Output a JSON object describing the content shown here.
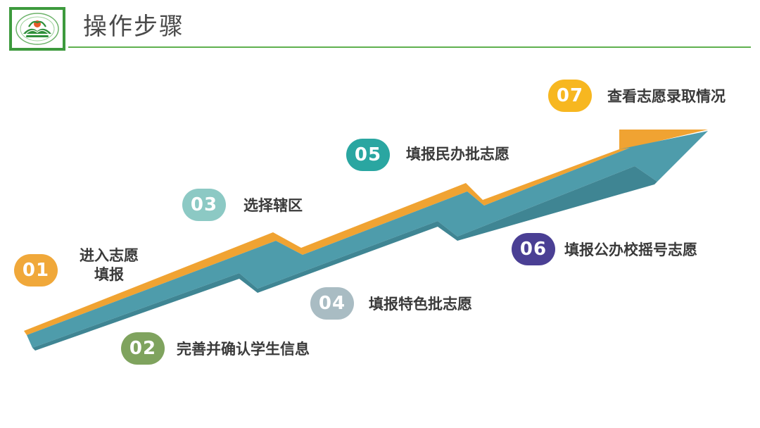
{
  "header": {
    "title": "操作步骤"
  },
  "logo": {
    "icon": "school-emblem-icon"
  },
  "colors": {
    "arrow_body": "#4e9cab",
    "arrow_edge": "#f0a332",
    "title_rule": "#5fb04f",
    "logo_border": "#3d9a3d"
  },
  "steps": [
    {
      "num": "01",
      "label": "进入志愿填报",
      "line1": "进入志愿",
      "line2": "填报",
      "color": "#f0a83a"
    },
    {
      "num": "02",
      "label": "完善并确认学生信息",
      "color": "#7fa35e"
    },
    {
      "num": "03",
      "label": "选择辖区",
      "color": "#8cc9c4"
    },
    {
      "num": "04",
      "label": "填报特色批志愿",
      "color": "#a9bcc3"
    },
    {
      "num": "05",
      "label": "填报民办批志愿",
      "color": "#2aa6a1"
    },
    {
      "num": "06",
      "label": "填报公办校摇号志愿",
      "color": "#4a3f94"
    },
    {
      "num": "07",
      "label": "查看志愿录取情况",
      "color": "#f7b720"
    }
  ]
}
